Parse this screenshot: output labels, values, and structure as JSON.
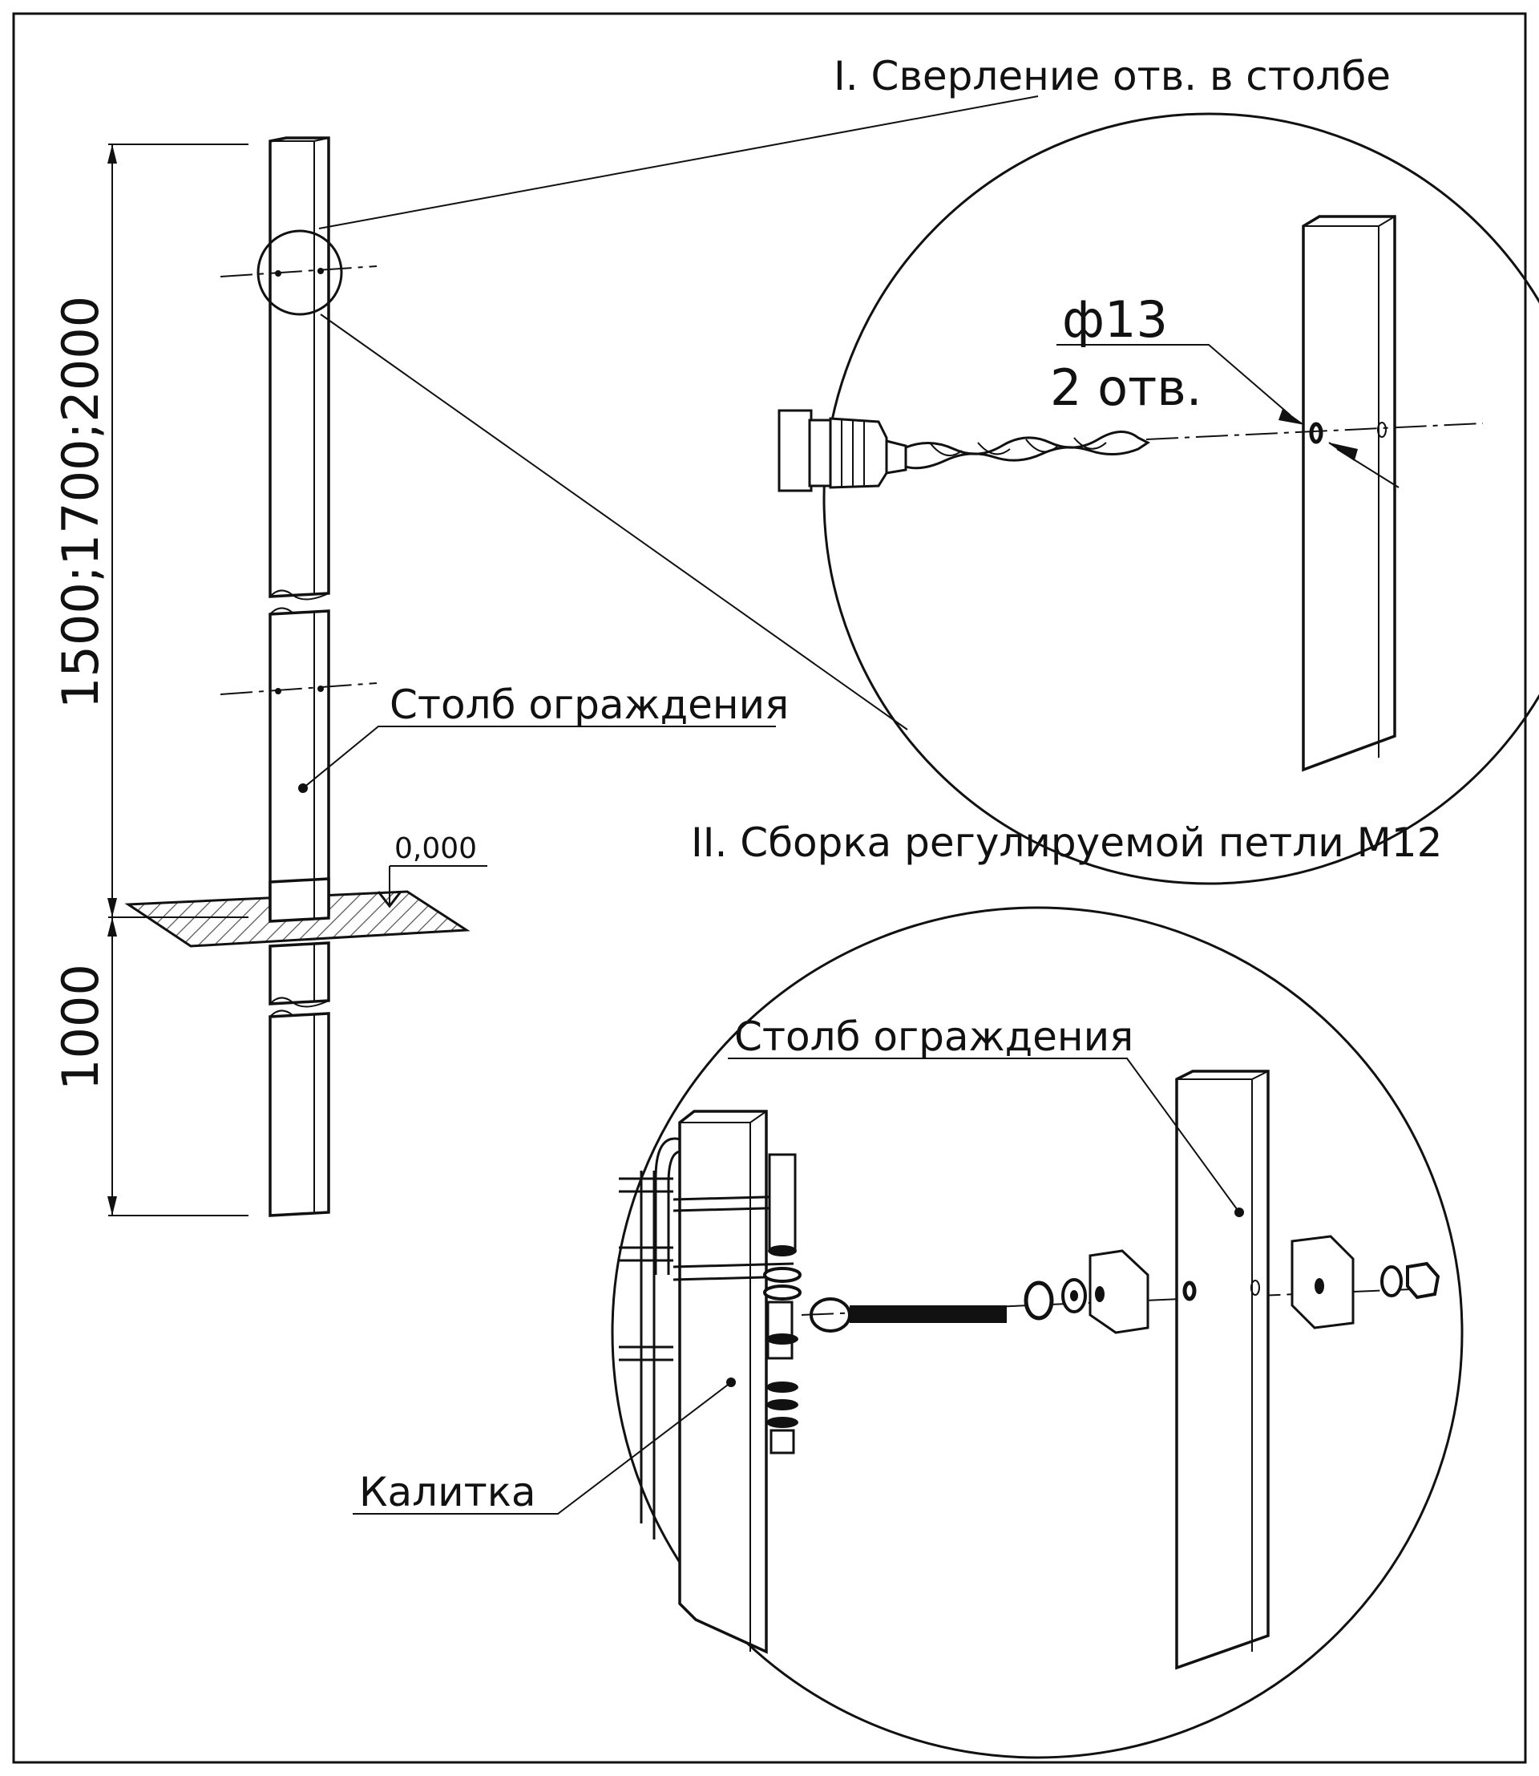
{
  "section_1": {
    "title": "I. Сверление отв. в столбе"
  },
  "section_2": {
    "title": "II. Сборка регулируемой петли М12"
  },
  "dimensions": {
    "height_variants": "1500;1700;2000",
    "embed_depth": "1000",
    "ground_level": "0,000",
    "hole_diameter": "ф13",
    "hole_count": "2 отв."
  },
  "labels": {
    "post_main": "Столб ограждения",
    "post_detail": "Столб ограждения",
    "gate": "Калитка"
  },
  "colors": {
    "line": "#111111",
    "background": "#ffffff",
    "hatch": "#555555"
  }
}
